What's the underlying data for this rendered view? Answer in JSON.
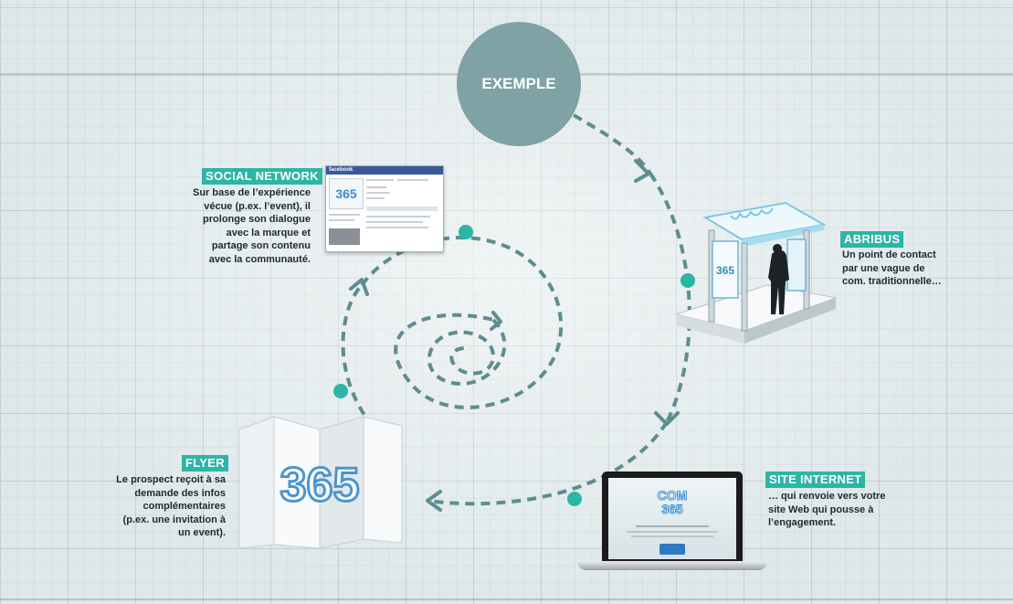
{
  "title": "EXEMPLE",
  "steps": {
    "social": {
      "tag": "SOCIAL NETWORK",
      "lines": [
        "Sur base de l’expérience",
        "vécue (p.ex. l’event), il",
        "prolonge son dialogue",
        "avec la marque et",
        "partage son contenu",
        "avec la communauté."
      ]
    },
    "abribus": {
      "tag": "ABRIBUS",
      "lines": [
        "Un point de contact",
        "par une vague de",
        "com. traditionnelle…"
      ]
    },
    "site": {
      "tag": "SITE INTERNET",
      "lines": [
        "… qui renvoie vers votre",
        "site Web qui pousse à",
        "l’engagement."
      ]
    },
    "flyer": {
      "tag": "FLYER",
      "lines": [
        "Le prospect reçoit à sa",
        "demande des infos",
        "complémentaires",
        "(p.ex. une invitation à",
        "un event)."
      ]
    }
  },
  "images": {
    "facebook_logo": "facebook",
    "com_logo_top": "COM",
    "com_logo_bottom": "365",
    "flyer_logo": "365"
  },
  "colors": {
    "accent": "#2db5a6",
    "path": "#5e8d8f",
    "circle": "#7fa2a4",
    "text": "#1e2a2e"
  },
  "icons": [
    "bus-shelter-illustration",
    "laptop-illustration",
    "folded-map-illustration",
    "facebook-page-screenshot"
  ]
}
